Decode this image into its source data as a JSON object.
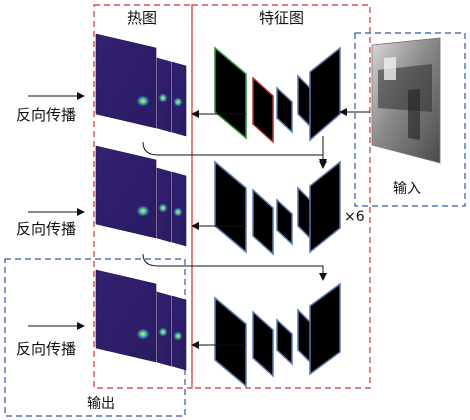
{
  "labels": {
    "heatmap": "热图",
    "feature_map": "特征图",
    "input": "输入",
    "output": "输出",
    "backprop": "反向传播",
    "repeat": "×6"
  },
  "colors": {
    "heatmap_frame": "#cc3333",
    "feature_frame": "#cc3333",
    "input_frame": "#3355aa",
    "output_frame": "#3355aa",
    "feature_map_edge": "#5a78a8",
    "feature_map_first_green": "#2f8f3a",
    "feature_map_second_red": "#b03030",
    "heatmap_bg": "#2b1a6a",
    "heatmap_hotspot": "#d8e83a",
    "arrow": "#111111"
  }
}
